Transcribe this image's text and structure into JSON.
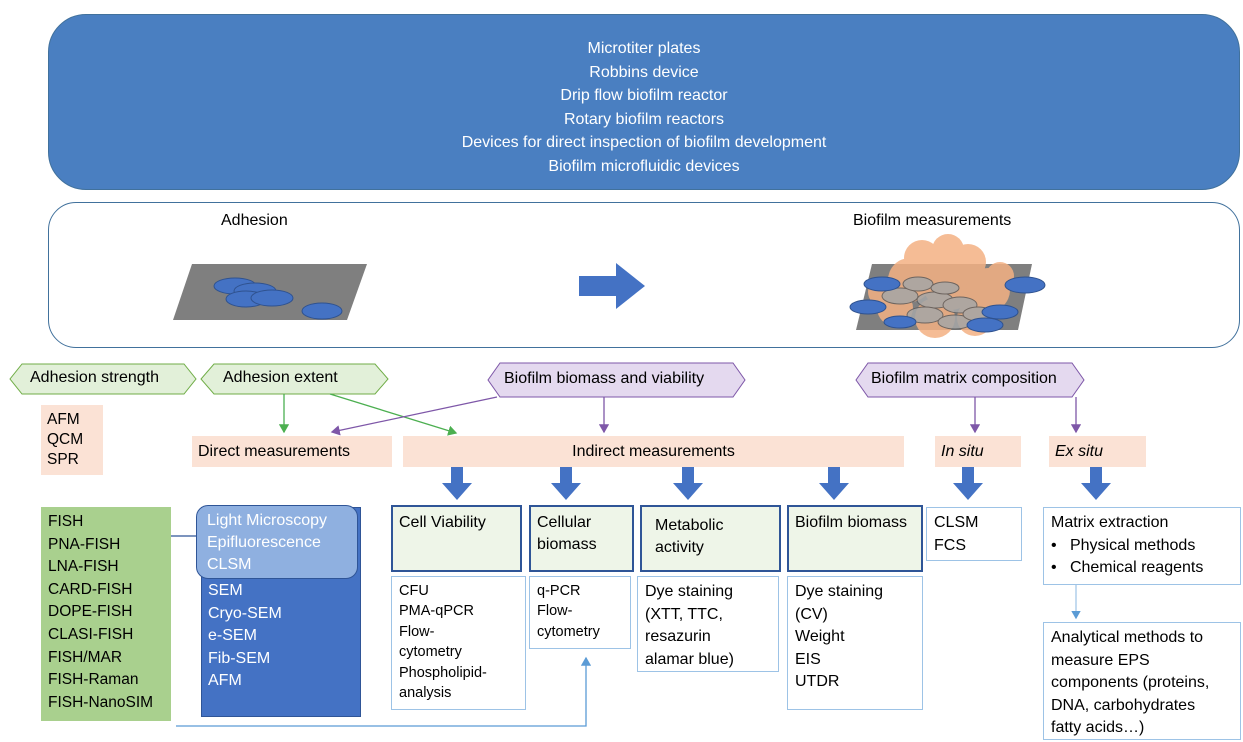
{
  "devices": [
    "Microtiter plates",
    "Robbins device",
    "Drip flow biofilm reactor",
    "Rotary biofilm reactors",
    "Devices for direct inspection of biofilm development",
    "Biofilm microfluidic devices"
  ],
  "stage": {
    "adhesion": "Adhesion",
    "biofilm": "Biofilm measurements"
  },
  "tags": {
    "adhesion_strength": "Adhesion strength",
    "adhesion_extent": "Adhesion extent",
    "biomass_viability": "Biofilm biomass and viability",
    "matrix_composition": "Biofilm matrix composition"
  },
  "strength_methods": [
    "AFM",
    "QCM",
    "SPR"
  ],
  "measurements": {
    "direct": "Direct measurements",
    "indirect": "Indirect measurements",
    "in_situ": "In situ",
    "ex_situ": "Ex situ"
  },
  "fish_methods": [
    "FISH",
    "PNA-FISH",
    "LNA-FISH",
    "CARD-FISH",
    "DOPE-FISH",
    "CLASI-FISH",
    "FISH/MAR",
    "FISH-Raman",
    "FISH-NanoSIM"
  ],
  "microscopy_top": [
    "Light Microscopy",
    "Epifluorescence",
    "CLSM"
  ],
  "microscopy_bottom": [
    "SEM",
    "Cryo-SEM",
    "e-SEM",
    "Fib-SEM",
    "AFM"
  ],
  "categories": {
    "cell_viability": "Cell Viability",
    "cellular_biomass": [
      "Cellular",
      "biomass"
    ],
    "metabolic_activity": [
      "Metabolic",
      "activity"
    ],
    "biofilm_biomass": "Biofilm biomass"
  },
  "cell_viability_methods": [
    "CFU",
    "PMA-qPCR",
    "Flow-",
    "cytometry",
    "Phospholipid-",
    "analysis"
  ],
  "cellular_biomass_methods": [
    "q-PCR",
    "Flow-",
    "cytometry"
  ],
  "metabolic_methods": [
    "Dye staining",
    "(XTT, TTC,",
    "resazurin",
    "alamar blue)"
  ],
  "biofilm_biomass_methods": [
    "Dye staining",
    "(CV)",
    "Weight",
    "EIS",
    "UTDR"
  ],
  "in_situ_methods": [
    "CLSM",
    "FCS"
  ],
  "matrix_extraction": {
    "title": "Matrix extraction",
    "items": [
      "Physical methods",
      "Chemical reagents"
    ]
  },
  "eps_methods": [
    "Analytical methods to",
    "measure EPS",
    "components (proteins,",
    "DNA, carbohydrates",
    "fatty acids…)"
  ],
  "colors": {
    "device_blue": "#4a7fc1",
    "arrow_blue": "#4472c4",
    "peach": "#fbe2d5",
    "tag_green": "#e2f0d9",
    "tag_purple": "#e4d9ef",
    "fish_green": "#a9d08e",
    "orange": "#f4b183"
  }
}
